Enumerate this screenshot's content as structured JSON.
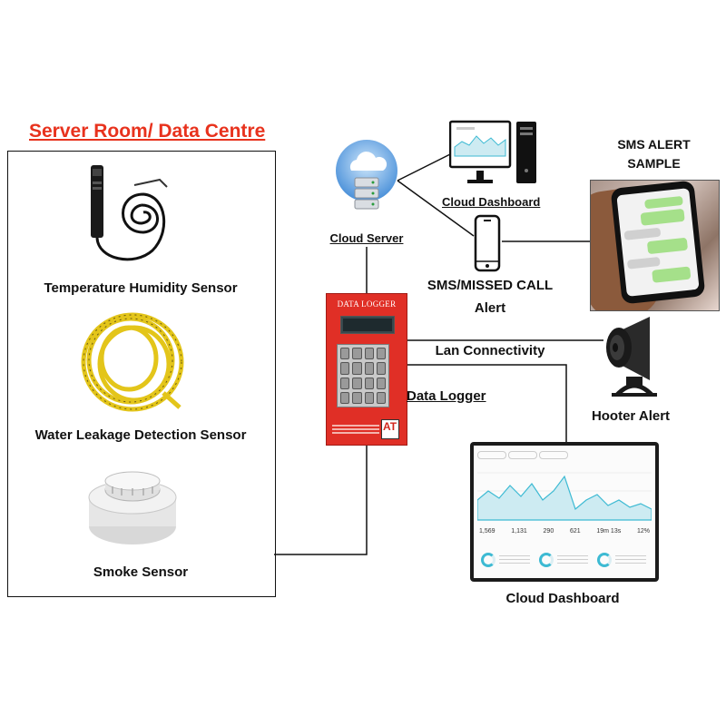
{
  "labels": {
    "room_title": "Server Room/ Data Centre",
    "temp_sensor": "Temperature Humidity Sensor",
    "water_sensor": "Water Leakage Detection Sensor",
    "smoke_sensor": "Smoke Sensor",
    "cloud_server": "Cloud Server",
    "cloud_dashboard_top": "Cloud Dashboard",
    "sms_line1": "SMS/MISSED CALL",
    "sms_line2": "Alert",
    "sms_sample_line1": "SMS ALERT",
    "sms_sample_line2": "SAMPLE",
    "lan": "Lan Connectivity",
    "data_logger": "Data Logger",
    "hooter": "Hooter Alert",
    "cloud_dashboard_bottom": "Cloud Dashboard"
  },
  "logger_panel": {
    "title": "DATA LOGGER",
    "logo": "AT"
  },
  "dashboard_screen": {
    "stats": [
      "1,569",
      "1,131",
      "290",
      "621",
      "19m 13s",
      "12%"
    ]
  },
  "colors": {
    "room_title": "#e8321d",
    "logger_body": "#e02f26",
    "chart_line": "#3dbad3",
    "chart_fill": "#cdebf2"
  },
  "icons": {
    "cloud": "cloud-server-icon",
    "monitor": "desktop-computer-icon",
    "phone": "smartphone-icon",
    "hooter": "siren-speaker-icon"
  }
}
